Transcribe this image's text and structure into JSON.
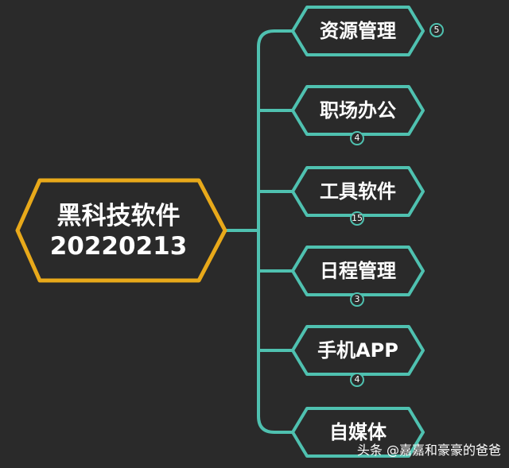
{
  "colors": {
    "background": "#2a2a2a",
    "central_border": "#e8a91a",
    "branch_border": "#4fc1b0",
    "node_fill": "#2a2a2a",
    "text": "#ffffff"
  },
  "central": {
    "line1": "黑科技软件",
    "line2": "20220213"
  },
  "branches": [
    {
      "label": "资源管理",
      "count": "5"
    },
    {
      "label": "职场办公",
      "count": "4"
    },
    {
      "label": "工具软件",
      "count": "15"
    },
    {
      "label": "日程管理",
      "count": "3"
    },
    {
      "label": "手机APP",
      "count": "4"
    },
    {
      "label": "自媒体",
      "count": ""
    }
  ],
  "watermark": "头条 @嘉嘉和豪豪的爸爸"
}
